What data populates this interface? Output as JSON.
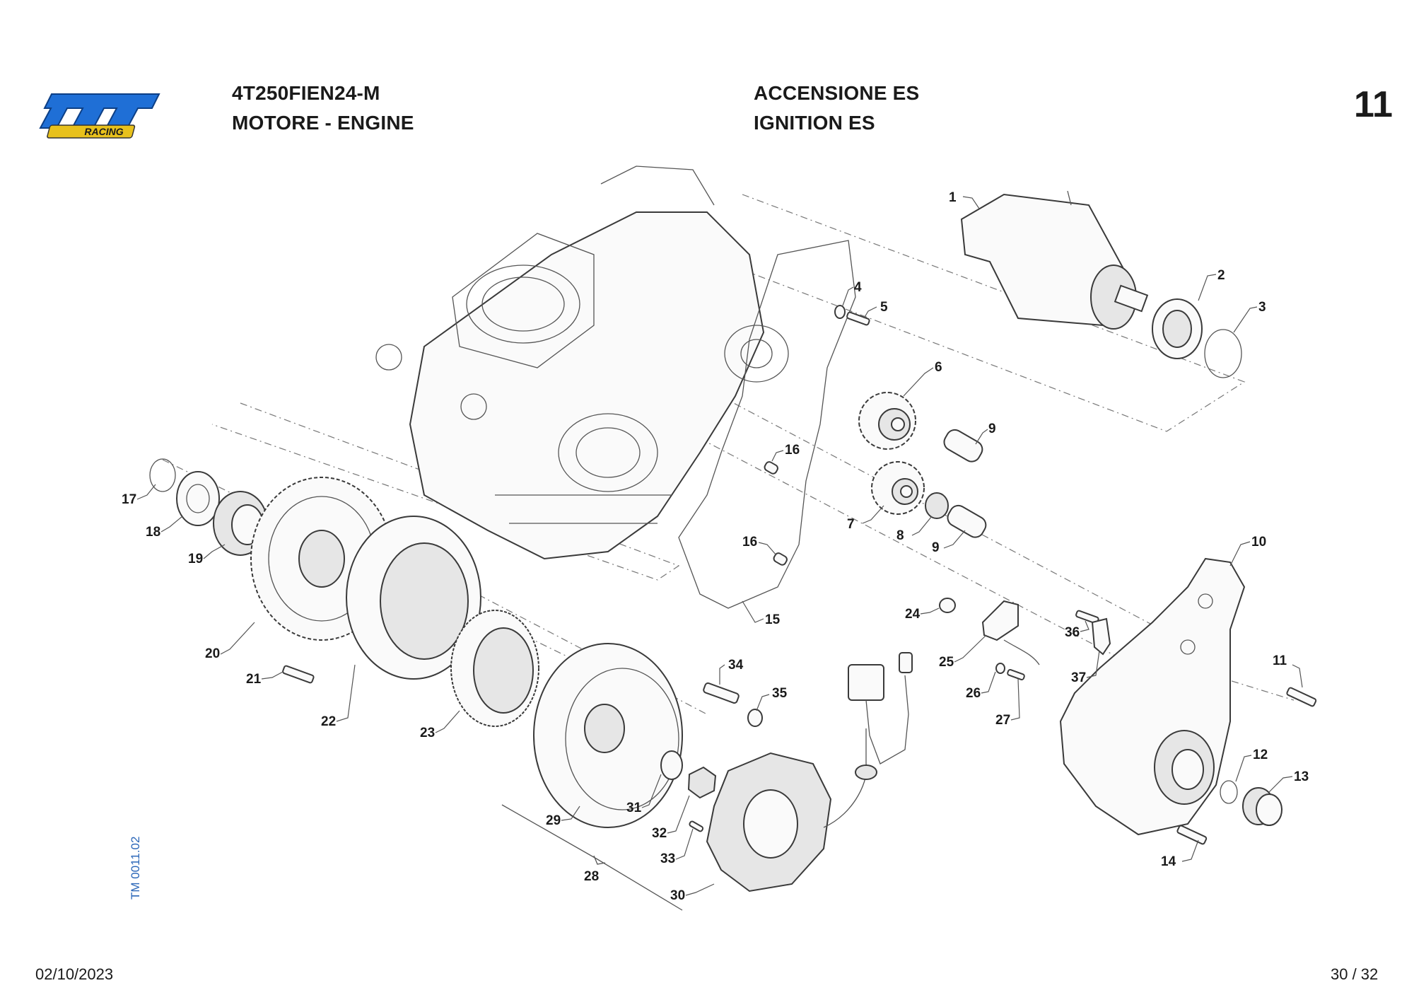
{
  "header": {
    "logo": {
      "icon": "tm-racing-logo",
      "brand": "tm",
      "sub": "RACING",
      "color_main": "#1f6fd6",
      "color_sub": "#e8c11c"
    },
    "code": "4T250FIEN24-M",
    "section": "MOTORE - ENGINE",
    "group_it": "ACCENSIONE ES",
    "group_en": "IGNITION ES",
    "page_number": "11"
  },
  "footer": {
    "date": "02/10/2023",
    "page": "30 / 32",
    "doc_code": "TM 0011.02"
  },
  "parts": [
    {
      "n": "1"
    },
    {
      "n": "2"
    },
    {
      "n": "3"
    },
    {
      "n": "4"
    },
    {
      "n": "5"
    },
    {
      "n": "6"
    },
    {
      "n": "7"
    },
    {
      "n": "8"
    },
    {
      "n": "9"
    },
    {
      "n": "9"
    },
    {
      "n": "10"
    },
    {
      "n": "11"
    },
    {
      "n": "12"
    },
    {
      "n": "13"
    },
    {
      "n": "14"
    },
    {
      "n": "15"
    },
    {
      "n": "16"
    },
    {
      "n": "16"
    },
    {
      "n": "17"
    },
    {
      "n": "18"
    },
    {
      "n": "19"
    },
    {
      "n": "20"
    },
    {
      "n": "21"
    },
    {
      "n": "22"
    },
    {
      "n": "23"
    },
    {
      "n": "24"
    },
    {
      "n": "25"
    },
    {
      "n": "26"
    },
    {
      "n": "27"
    },
    {
      "n": "28"
    },
    {
      "n": "29"
    },
    {
      "n": "30"
    },
    {
      "n": "31"
    },
    {
      "n": "32"
    },
    {
      "n": "33"
    },
    {
      "n": "34"
    },
    {
      "n": "35"
    },
    {
      "n": "36"
    },
    {
      "n": "37"
    }
  ]
}
